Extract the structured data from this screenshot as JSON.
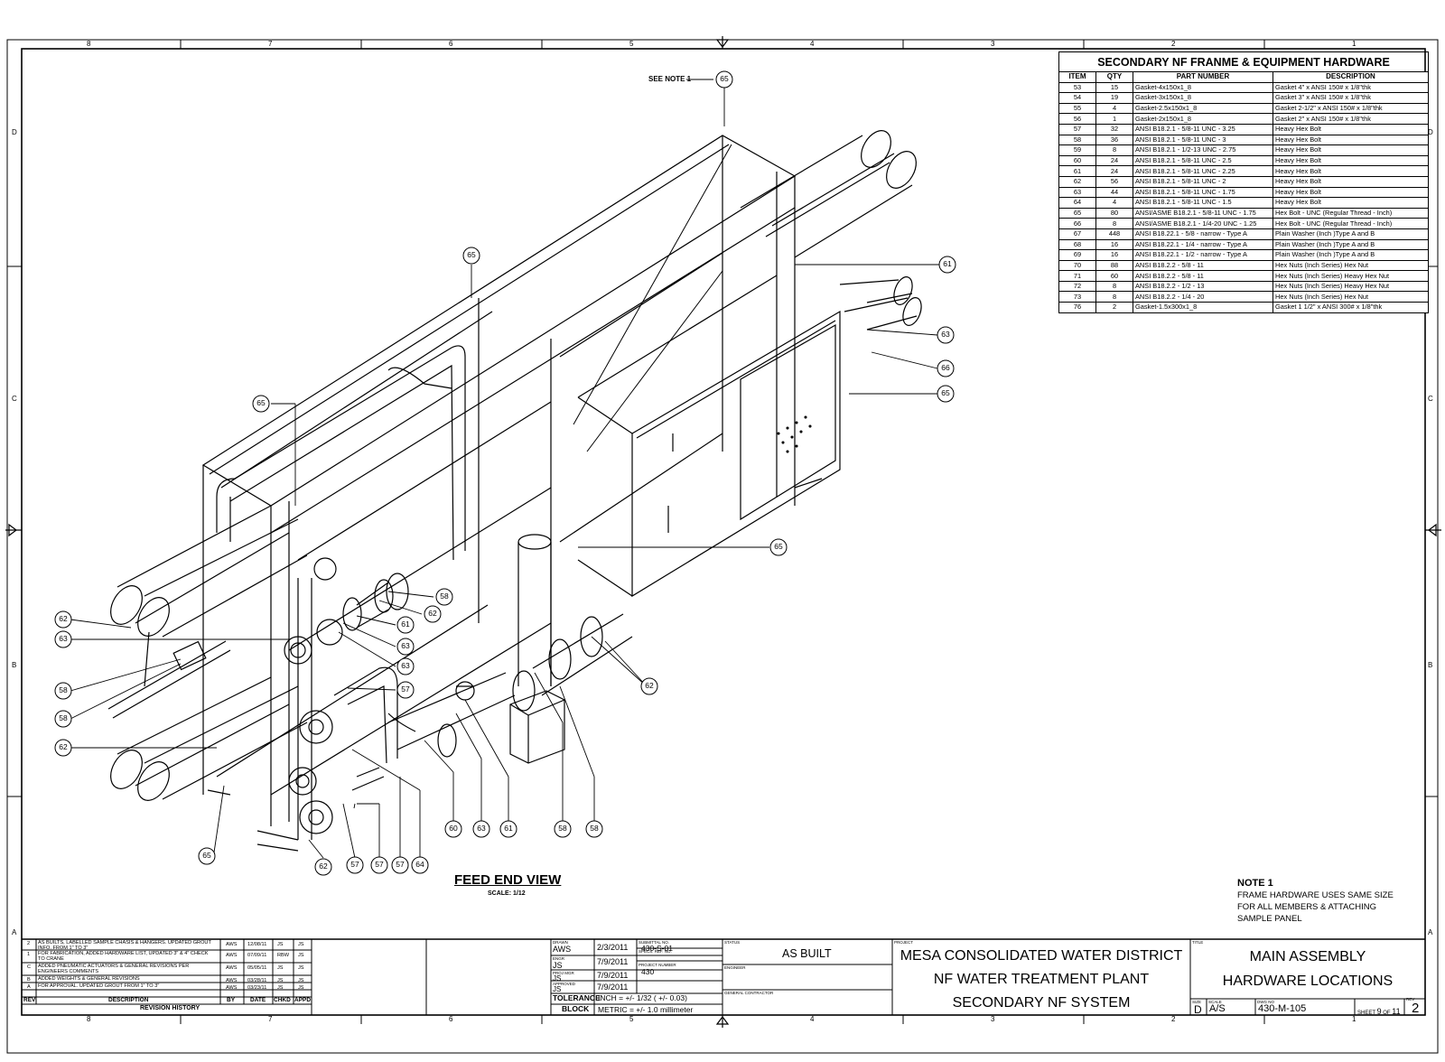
{
  "border": {
    "columns": [
      "8",
      "7",
      "6",
      "5",
      "4",
      "3",
      "2",
      "1"
    ],
    "rows": [
      "D",
      "C",
      "B",
      "A"
    ]
  },
  "note_ref": "SEE NOTE 1",
  "callouts": [
    {
      "id": "c1",
      "label": "65"
    },
    {
      "id": "c2",
      "label": "65"
    },
    {
      "id": "c3",
      "label": "65"
    },
    {
      "id": "c4",
      "label": "61"
    },
    {
      "id": "c5",
      "label": "63"
    },
    {
      "id": "c6",
      "label": "66"
    },
    {
      "id": "c7",
      "label": "65"
    },
    {
      "id": "c8",
      "label": "65"
    },
    {
      "id": "c9",
      "label": "58"
    },
    {
      "id": "c10",
      "label": "62"
    },
    {
      "id": "c11",
      "label": "61"
    },
    {
      "id": "c12",
      "label": "63"
    },
    {
      "id": "c13",
      "label": "63"
    },
    {
      "id": "c14",
      "label": "57"
    },
    {
      "id": "c15",
      "label": "62"
    },
    {
      "id": "c16",
      "label": "63"
    },
    {
      "id": "c17",
      "label": "62"
    },
    {
      "id": "c18",
      "label": "58"
    },
    {
      "id": "c19",
      "label": "58"
    },
    {
      "id": "c20",
      "label": "62"
    },
    {
      "id": "c21",
      "label": "65"
    },
    {
      "id": "c22",
      "label": "62"
    },
    {
      "id": "c23",
      "label": "57"
    },
    {
      "id": "c24",
      "label": "57"
    },
    {
      "id": "c25",
      "label": "57"
    },
    {
      "id": "c26",
      "label": "64"
    },
    {
      "id": "c27",
      "label": "60"
    },
    {
      "id": "c28",
      "label": "63"
    },
    {
      "id": "c29",
      "label": "61"
    },
    {
      "id": "c30",
      "label": "58"
    },
    {
      "id": "c31",
      "label": "58"
    }
  ],
  "hardware_table": {
    "title": "SECONDARY NF FRANME & EQUIPMENT HARDWARE",
    "headers": [
      "ITEM",
      "QTY",
      "PART NUMBER",
      "DESCRIPTION"
    ],
    "rows": [
      [
        "53",
        "15",
        "Gasket-4x150x1_8",
        "Gasket 4\" x ANSI 150# x 1/8\"thk"
      ],
      [
        "54",
        "19",
        "Gasket-3x150x1_8",
        "Gasket 3\" x ANSI 150# x 1/8\"thk"
      ],
      [
        "55",
        "4",
        "Gasket-2.5x150x1_8",
        "Gasket 2-1/2\" x ANSI 150# x 1/8\"thk"
      ],
      [
        "56",
        "1",
        "Gasket-2x150x1_8",
        "Gasket 2\" x ANSI 150# x 1/8\"thk"
      ],
      [
        "57",
        "32",
        "ANSI B18.2.1 - 5/8-11 UNC - 3.25",
        "Heavy Hex Bolt"
      ],
      [
        "58",
        "36",
        "ANSI B18.2.1 - 5/8-11 UNC - 3",
        "Heavy Hex Bolt"
      ],
      [
        "59",
        "8",
        "ANSI B18.2.1 - 1/2-13 UNC - 2.75",
        "Heavy Hex Bolt"
      ],
      [
        "60",
        "24",
        "ANSI B18.2.1 - 5/8-11 UNC - 2.5",
        "Heavy Hex Bolt"
      ],
      [
        "61",
        "24",
        "ANSI B18.2.1 - 5/8-11 UNC - 2.25",
        "Heavy Hex Bolt"
      ],
      [
        "62",
        "56",
        "ANSI B18.2.1 - 5/8-11 UNC - 2",
        "Heavy Hex Bolt"
      ],
      [
        "63",
        "44",
        "ANSI B18.2.1 - 5/8-11 UNC - 1.75",
        "Heavy Hex Bolt"
      ],
      [
        "64",
        "4",
        "ANSI B18.2.1 - 5/8-11 UNC - 1.5",
        "Heavy Hex Bolt"
      ],
      [
        "65",
        "80",
        "ANSI/ASME B18.2.1 - 5/8-11 UNC - 1.75",
        "Hex Bolt - UNC (Regular Thread - Inch)"
      ],
      [
        "66",
        "8",
        "ANSI/ASME B18.2.1 - 1/4-20 UNC - 1.25",
        "Hex Bolt - UNC (Regular Thread - Inch)"
      ],
      [
        "67",
        "448",
        "ANSI B18.22.1 - 5/8 - narrow - Type A",
        "Plain Washer (Inch )Type A and B"
      ],
      [
        "68",
        "16",
        "ANSI B18.22.1 - 1/4 - narrow - Type A",
        "Plain Washer (Inch )Type A and B"
      ],
      [
        "69",
        "16",
        "ANSI B18.22.1 - 1/2 - narrow - Type A",
        "Plain Washer (Inch )Type A and B"
      ],
      [
        "70",
        "88",
        "ANSI B18.2.2 - 5/8 - 11",
        "Hex Nuts (Inch Series) Hex Nut"
      ],
      [
        "71",
        "60",
        "ANSI B18.2.2 - 5/8 - 11",
        "Hex Nuts (Inch Series) Heavy Hex Nut"
      ],
      [
        "72",
        "8",
        "ANSI B18.2.2 - 1/2 - 13",
        "Hex Nuts (Inch Series) Heavy Hex Nut"
      ],
      [
        "73",
        "8",
        "ANSI B18.2.2 - 1/4 - 20",
        "Hex Nuts (Inch Series) Hex Nut"
      ],
      [
        "76",
        "2",
        "Gasket-1.5x300x1_8",
        "Gasket 1 1/2\" x ANSI 300# x 1/8\"thk"
      ]
    ]
  },
  "view": {
    "title": "FEED END VIEW",
    "scale": "SCALE: 1/12"
  },
  "note1": {
    "title": "NOTE 1",
    "lines": [
      "FRAME HARDWARE USES SAME SIZE",
      "FOR ALL MEMBERS & ATTACHING",
      "SAMPLE PANEL"
    ]
  },
  "revision_history": {
    "title": "REVISION HISTORY",
    "headers": [
      "REV",
      "DESCRIPTION",
      "BY",
      "DATE",
      "CHKD",
      "APPD"
    ],
    "rows": [
      {
        "rev": "2",
        "desc": [
          "AS BUILTS, LABELLED SAMPLE CHASIS & HANGERS. UPDATED GROUT",
          "INFO. FROM 1\" TO 3\""
        ],
        "by": "AWS",
        "date": "12/08/11",
        "chkd": "JS",
        "appd": "JS"
      },
      {
        "rev": "1",
        "desc": [
          "FOR FABRICATION, ADDED HARDWARE LIST, UPDATED 3\" & 4\" CHECK",
          "TO CRANE"
        ],
        "by": "AWS",
        "date": "07/09/11",
        "chkd": "RBW",
        "appd": "JS"
      },
      {
        "rev": "C",
        "desc": [
          "ADDED PNEUMATIC ACTUATORS & GENERAL REVISIONS PER",
          "ENGINEERS COMMENTS"
        ],
        "by": "AWS",
        "date": "05/05/11",
        "chkd": "JS",
        "appd": "JS"
      },
      {
        "rev": "B",
        "desc": [
          "ADDED WEIGHTS & GENERAL REVISIONS"
        ],
        "by": "AWS",
        "date": "03/28/11",
        "chkd": "JS",
        "appd": "JS"
      },
      {
        "rev": "A",
        "desc": [
          "FOR APPROVAL. UPDATED GROUT FROM 1\" TO 3\""
        ],
        "by": "AWS",
        "date": "03/23/11",
        "chkd": "JS",
        "appd": "JS"
      }
    ]
  },
  "title_block": {
    "drawn_lbl": "DRAWN",
    "drawn": "AWS",
    "drawn_date": "2/3/2011",
    "engr_lbl": "ENGR",
    "engr": "JS",
    "engr_date": "7/9/2011",
    "proj_mgr_lbl": "PROJ MGR",
    "proj_mgr": "JS",
    "proj_mgr_date": "7/9/2011",
    "approved_lbl": "APPROVED",
    "approved": "JS",
    "approved_date": "7/9/2011",
    "submittal_lbl": "SUBMITTAL NO.",
    "submittal": "430-S-01",
    "specs_lbl": "SPECS. REF. NO.",
    "project_no_lbl": "PROJECT NUMBER",
    "project_no": "430",
    "tolerance_lbl": "TOLERANCE",
    "block_lbl": "BLOCK",
    "tol_inch": "INCH = +/- 1/32 ( +/- 0.03)",
    "tol_metric": "METRIC = +/- 1.0 millimeter",
    "status_lbl": "STATUS",
    "status": "AS BUILT",
    "engineer_lbl": "ENGINEER",
    "gc_lbl": "GENERAL CONTRACTOR",
    "project_lbl": "PROJECT",
    "project_lines": [
      "MESA CONSOLIDATED WATER DISTRICT",
      "NF WATER TREATMENT PLANT",
      "SECONDARY NF SYSTEM"
    ],
    "title_lbl": "TITLE",
    "title_lines": [
      "MAIN ASSEMBLY",
      "HARDWARE LOCATIONS"
    ],
    "size_lbl": "SIZE",
    "size": "D",
    "scale_lbl": "SCALE",
    "scale": "A/S",
    "dwg_lbl": "DWG NO",
    "dwg": "430-M-105",
    "sheet_lbl": "SHEET",
    "sheet": "9",
    "of_lbl": "OF",
    "sheets": "11",
    "rev_lbl": "REV",
    "rev": "2"
  }
}
